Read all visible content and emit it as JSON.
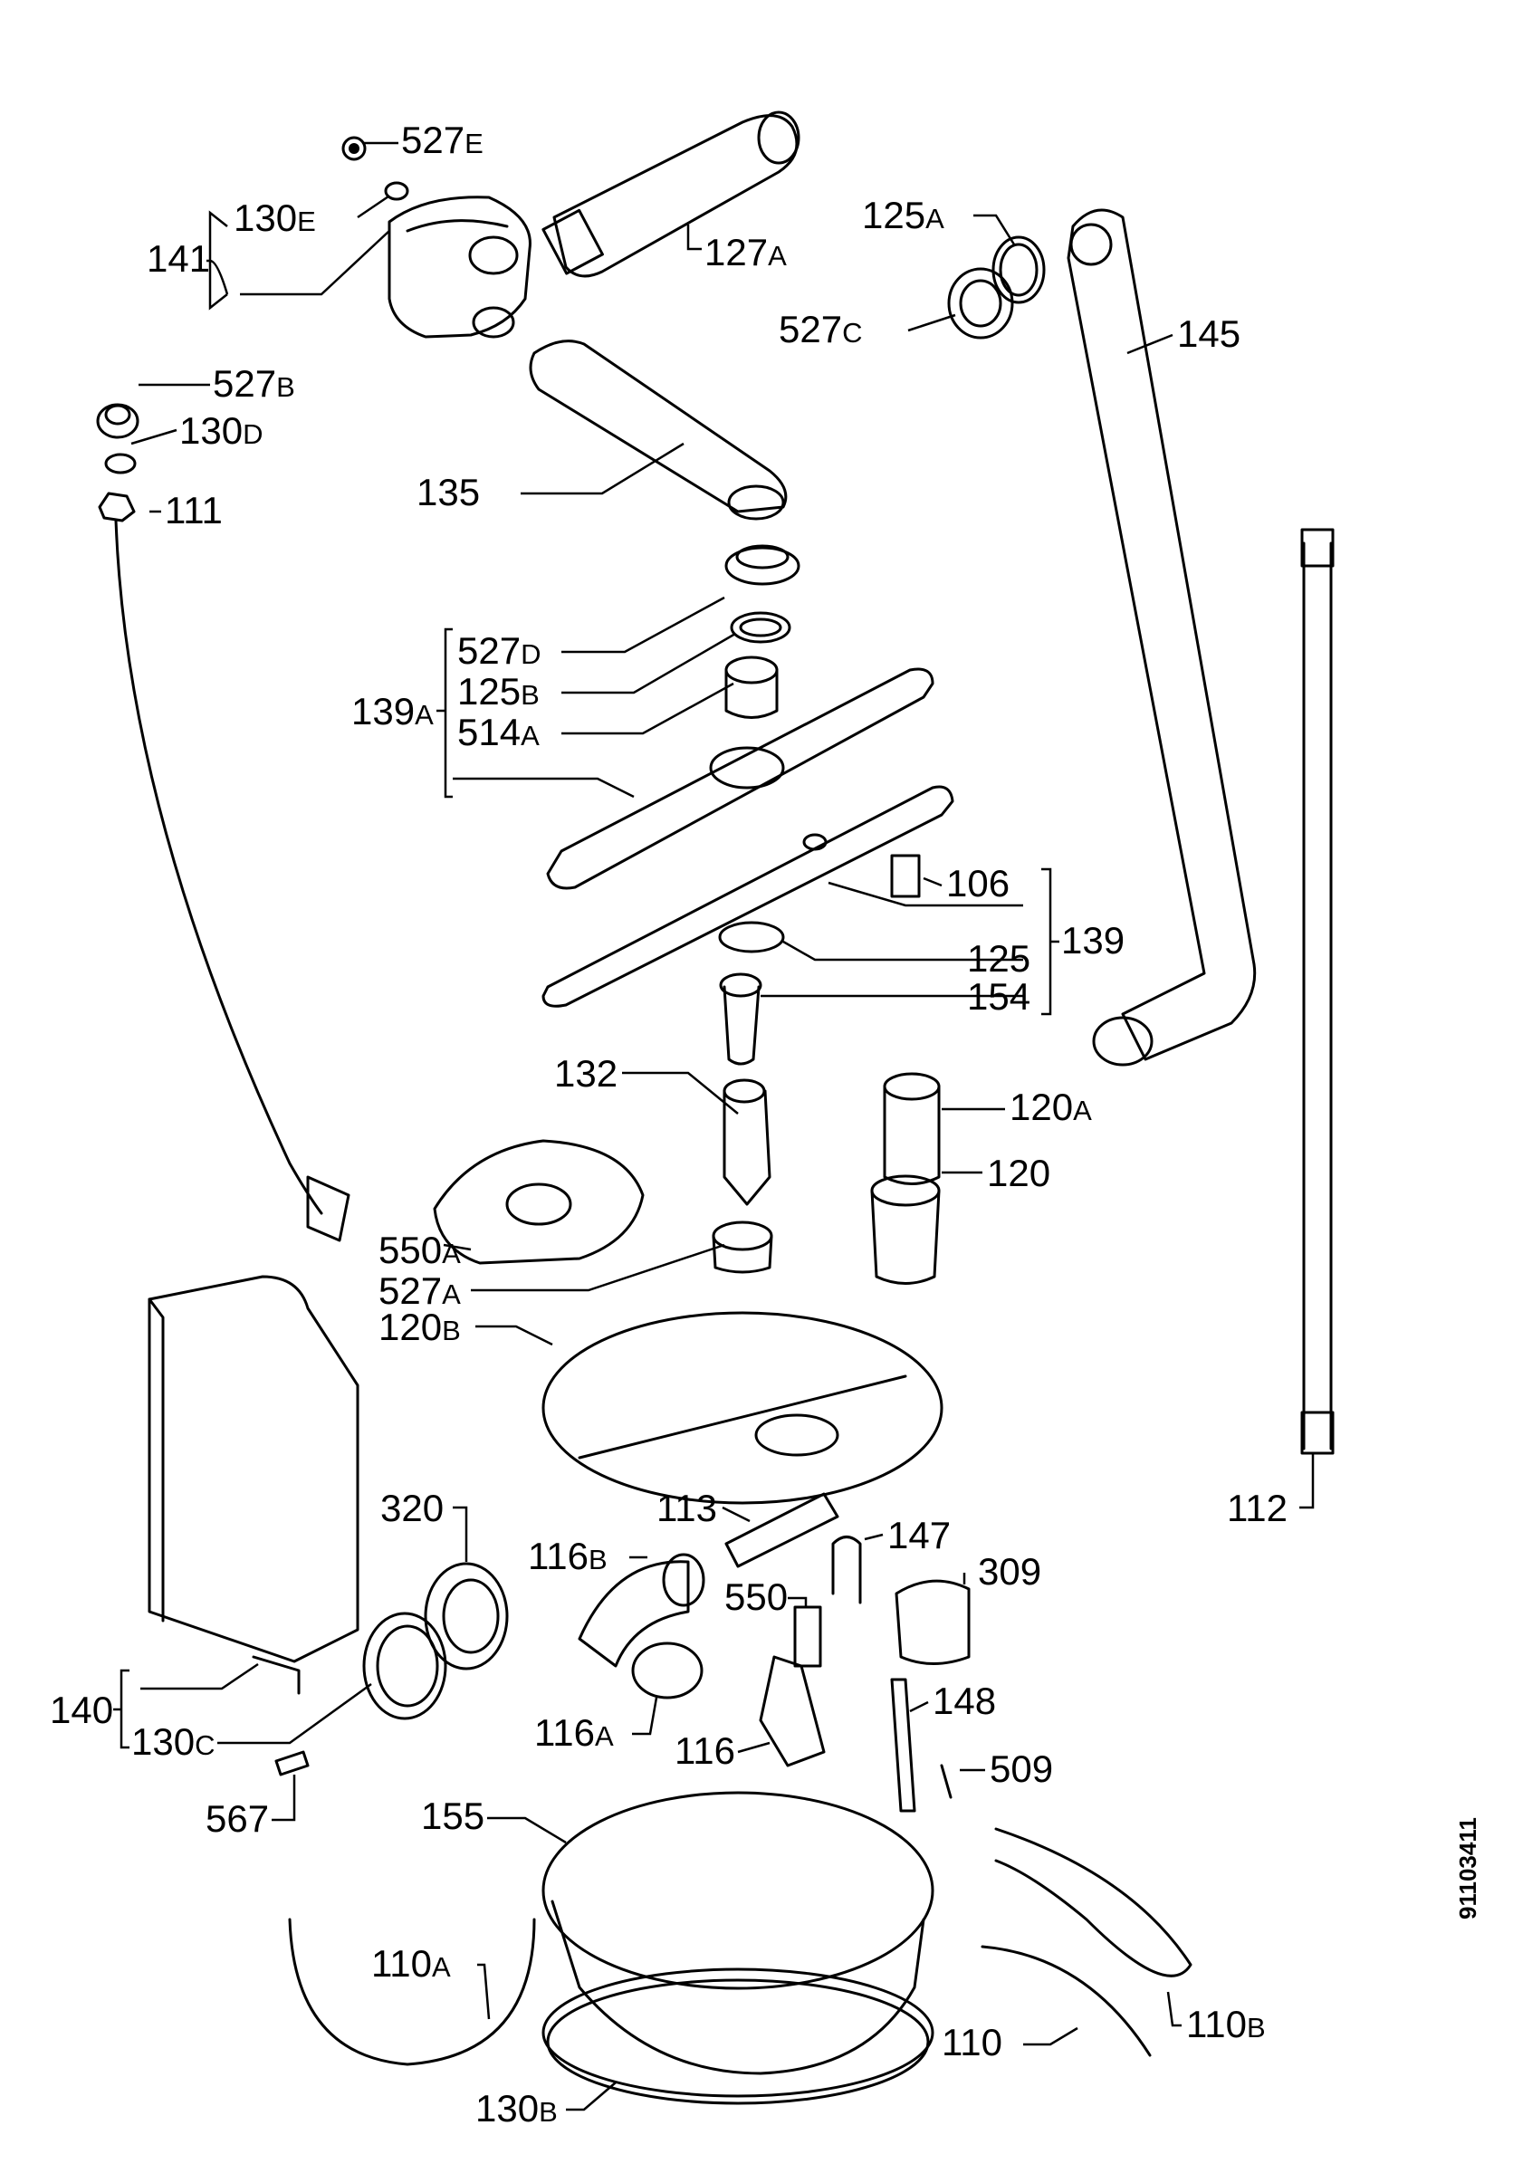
{
  "labels": {
    "p527E": {
      "num": "527",
      "suffix": "E"
    },
    "p130E": {
      "num": "130",
      "suffix": "E"
    },
    "p141": {
      "num": "141",
      "suffix": ""
    },
    "p127A": {
      "num": "127",
      "suffix": "A"
    },
    "p125A": {
      "num": "125",
      "suffix": "A"
    },
    "p527C": {
      "num": "527",
      "suffix": "C"
    },
    "p145": {
      "num": "145",
      "suffix": ""
    },
    "p527B": {
      "num": "527",
      "suffix": "B"
    },
    "p130D": {
      "num": "130",
      "suffix": "D"
    },
    "p111": {
      "num": "111",
      "suffix": ""
    },
    "p135": {
      "num": "135",
      "suffix": ""
    },
    "p527D": {
      "num": "527",
      "suffix": "D"
    },
    "p125B": {
      "num": "125",
      "suffix": "B"
    },
    "p139A": {
      "num": "139",
      "suffix": "A"
    },
    "p514A": {
      "num": "514",
      "suffix": "A"
    },
    "p106": {
      "num": "106",
      "suffix": ""
    },
    "p139": {
      "num": "139",
      "suffix": ""
    },
    "p125": {
      "num": "125",
      "suffix": ""
    },
    "p154": {
      "num": "154",
      "suffix": ""
    },
    "p132": {
      "num": "132",
      "suffix": ""
    },
    "p120A": {
      "num": "120",
      "suffix": "A"
    },
    "p120": {
      "num": "120",
      "suffix": ""
    },
    "p550A": {
      "num": "550",
      "suffix": "A"
    },
    "p527A": {
      "num": "527",
      "suffix": "A"
    },
    "p120B": {
      "num": "120",
      "suffix": "B"
    },
    "p112": {
      "num": "112",
      "suffix": ""
    },
    "p113": {
      "num": "113",
      "suffix": ""
    },
    "p320": {
      "num": "320",
      "suffix": ""
    },
    "p116B": {
      "num": "116",
      "suffix": "B"
    },
    "p147": {
      "num": "147",
      "suffix": ""
    },
    "p309": {
      "num": "309",
      "suffix": ""
    },
    "p550": {
      "num": "550",
      "suffix": ""
    },
    "p140": {
      "num": "140",
      "suffix": ""
    },
    "p130C": {
      "num": "130",
      "suffix": "C"
    },
    "p116A": {
      "num": "116",
      "suffix": "A"
    },
    "p116": {
      "num": "116",
      "suffix": ""
    },
    "p148": {
      "num": "148",
      "suffix": ""
    },
    "p509": {
      "num": "509",
      "suffix": ""
    },
    "p567": {
      "num": "567",
      "suffix": ""
    },
    "p155": {
      "num": "155",
      "suffix": ""
    },
    "p110A": {
      "num": "110",
      "suffix": "A"
    },
    "p110": {
      "num": "110",
      "suffix": ""
    },
    "p110B": {
      "num": "110",
      "suffix": "B"
    },
    "p130B": {
      "num": "130",
      "suffix": "B"
    }
  },
  "drawing_number": "91103411"
}
